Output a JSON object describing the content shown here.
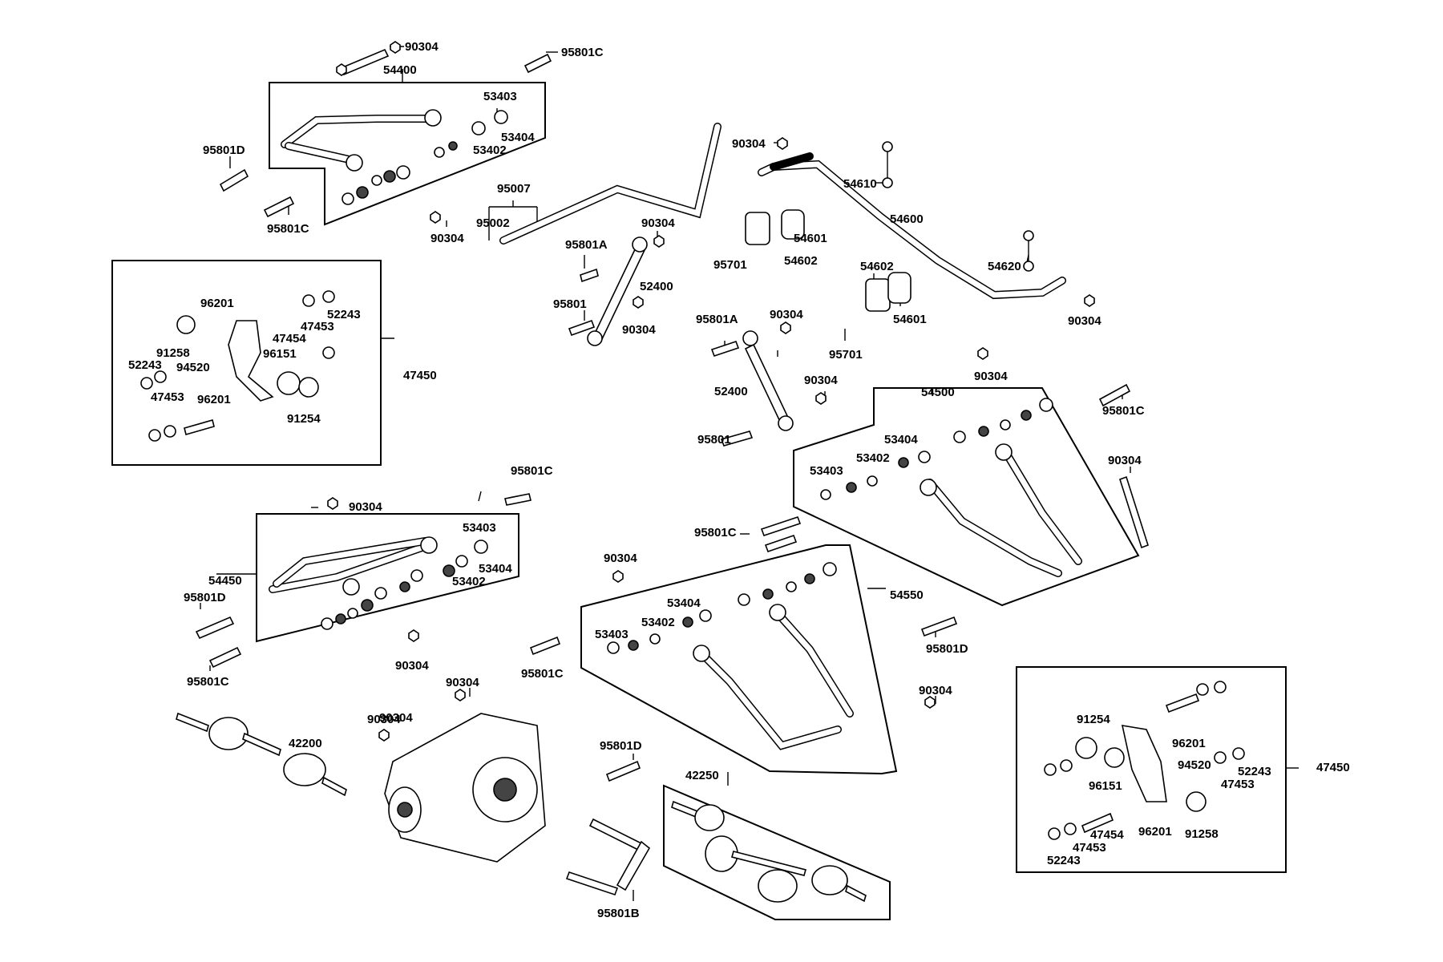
{
  "labels": {
    "l_90304_a": "90304",
    "l_95801C_a": "95801C",
    "l_54400": "54400",
    "l_53403_a": "53403",
    "l_53404_a": "53404",
    "l_53402_a": "53402",
    "l_95801D_a": "95801D",
    "l_95801C_b": "95801C",
    "l_90304_b": "90304",
    "l_95007": "95007",
    "l_95002": "95002",
    "l_90304_c": "90304",
    "l_95801A_a": "95801A",
    "l_52400_a": "52400",
    "l_95801_a": "95801",
    "l_90304_d": "90304",
    "l_90304_e": "90304",
    "l_54610": "54610",
    "l_54600": "54600",
    "l_54601_a": "54601",
    "l_54602_a": "54602",
    "l_95701_a": "95701",
    "l_54620": "54620",
    "l_54602_b": "54602",
    "l_54601_b": "54601",
    "l_90304_f": "90304",
    "l_95701_b": "95701",
    "l_90304_g": "90304",
    "l_95801A_b": "95801A",
    "l_90304_h": "90304",
    "l_52400_b": "52400",
    "l_90304_i": "90304",
    "l_95801_b": "95801",
    "l_54500": "54500",
    "l_95801C_c": "95801C",
    "l_53404_b": "53404",
    "l_53403_b": "53403",
    "l_53402_b": "53402",
    "l_90304_j": "90304",
    "l_96201_a": "96201",
    "l_52243_a": "52243",
    "l_47453_a": "47453",
    "l_47454_a": "47454",
    "l_91258_a": "91258",
    "l_94520_a": "94520",
    "l_96151_a": "96151",
    "l_52243_b": "52243",
    "l_47453_b": "47453",
    "l_96201_b": "96201",
    "l_91254_a": "91254",
    "l_47450_a": "47450",
    "l_95801C_d": "95801C",
    "l_90304_k": "90304",
    "l_53403_c": "53403",
    "l_54450": "54450",
    "l_53404_c": "53404",
    "l_53402_c": "53402",
    "l_95801D_b": "95801D",
    "l_95801C_e": "95801C",
    "l_90304_l": "90304",
    "l_95801C_f": "95801C",
    "l_90304_m": "90304",
    "l_54550": "54550",
    "l_53404_d": "53404",
    "l_53402_d": "53402",
    "l_53403_d": "53403",
    "l_90304_n": "90304",
    "l_95801C_g": "95801C",
    "l_95801D_c": "95801D",
    "l_90304_o": "90304",
    "l_90304_p": "90304",
    "l_42200": "42200",
    "l_90304_q": "90304",
    "l_95801D_d": "95801D",
    "l_42250": "42250",
    "l_95801B": "95801B",
    "l_91254_b": "91254",
    "l_96201_c": "96201",
    "l_94520_b": "94520",
    "l_52243_c": "52243",
    "l_47453_c": "47453",
    "l_96151_b": "96151",
    "l_47454_b": "47454",
    "l_96201_d": "96201",
    "l_91258_b": "91258",
    "l_47453_d": "47453",
    "l_52243_d": "52243",
    "l_47450_b": "47450"
  }
}
